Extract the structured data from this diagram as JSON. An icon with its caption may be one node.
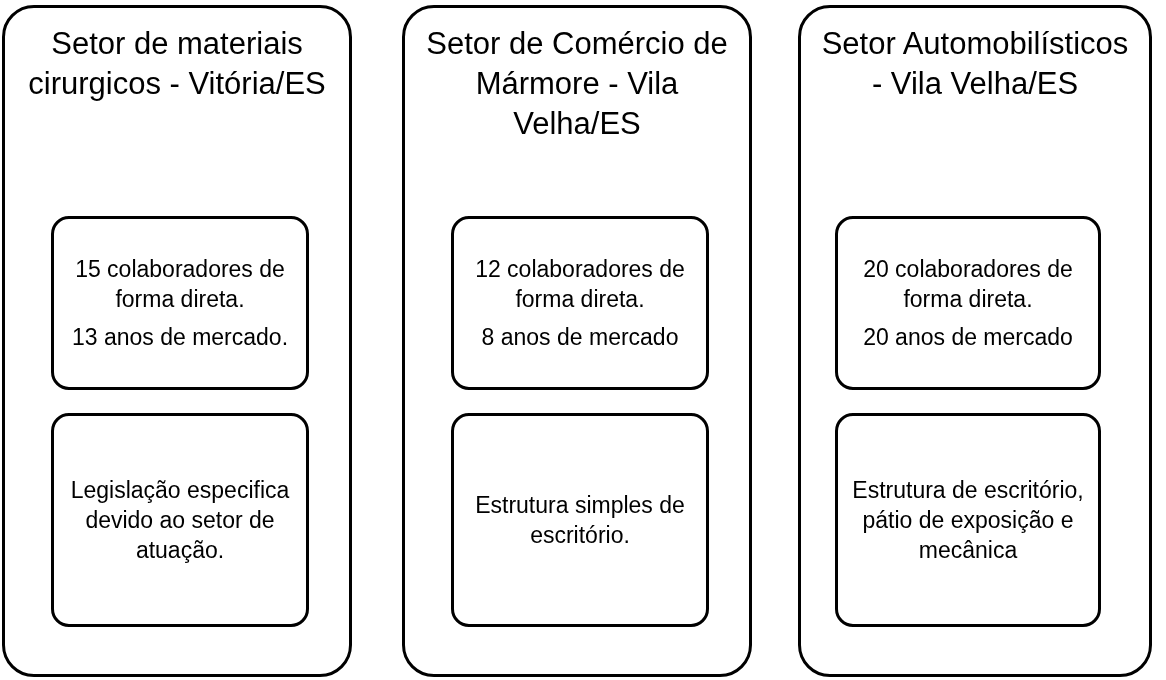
{
  "diagram": {
    "nodes": [
      {
        "text": [
          "Setor de materiais cirurgicos - Vitória/ES"
        ]
      },
      {
        "text": [
          "15 colaboradores de forma direta.",
          "13 anos de mercado."
        ],
        "in": 0
      },
      {
        "text": [
          "Legislação especifica devido ao setor de atuação."
        ],
        "in": 0
      },
      {
        "text": [
          "Setor de Comércio de Mármore - Vila Velha/ES"
        ]
      },
      {
        "text": [
          "12 colaboradores de forma direta.",
          "8 anos de mercado"
        ],
        "in": 3
      },
      {
        "text": [
          "Estrutura simples de escritório."
        ],
        "in": 3
      },
      {
        "text": [
          "Setor Automobilísticos - Vila Velha/ES"
        ]
      },
      {
        "text": [
          "20 colaboradores de forma direta.",
          "20 anos de mercado"
        ],
        "in": 6
      },
      {
        "text": [
          "Estrutura de escritório, pátio de exposição e mecânica"
        ],
        "in": 6
      }
    ]
  }
}
